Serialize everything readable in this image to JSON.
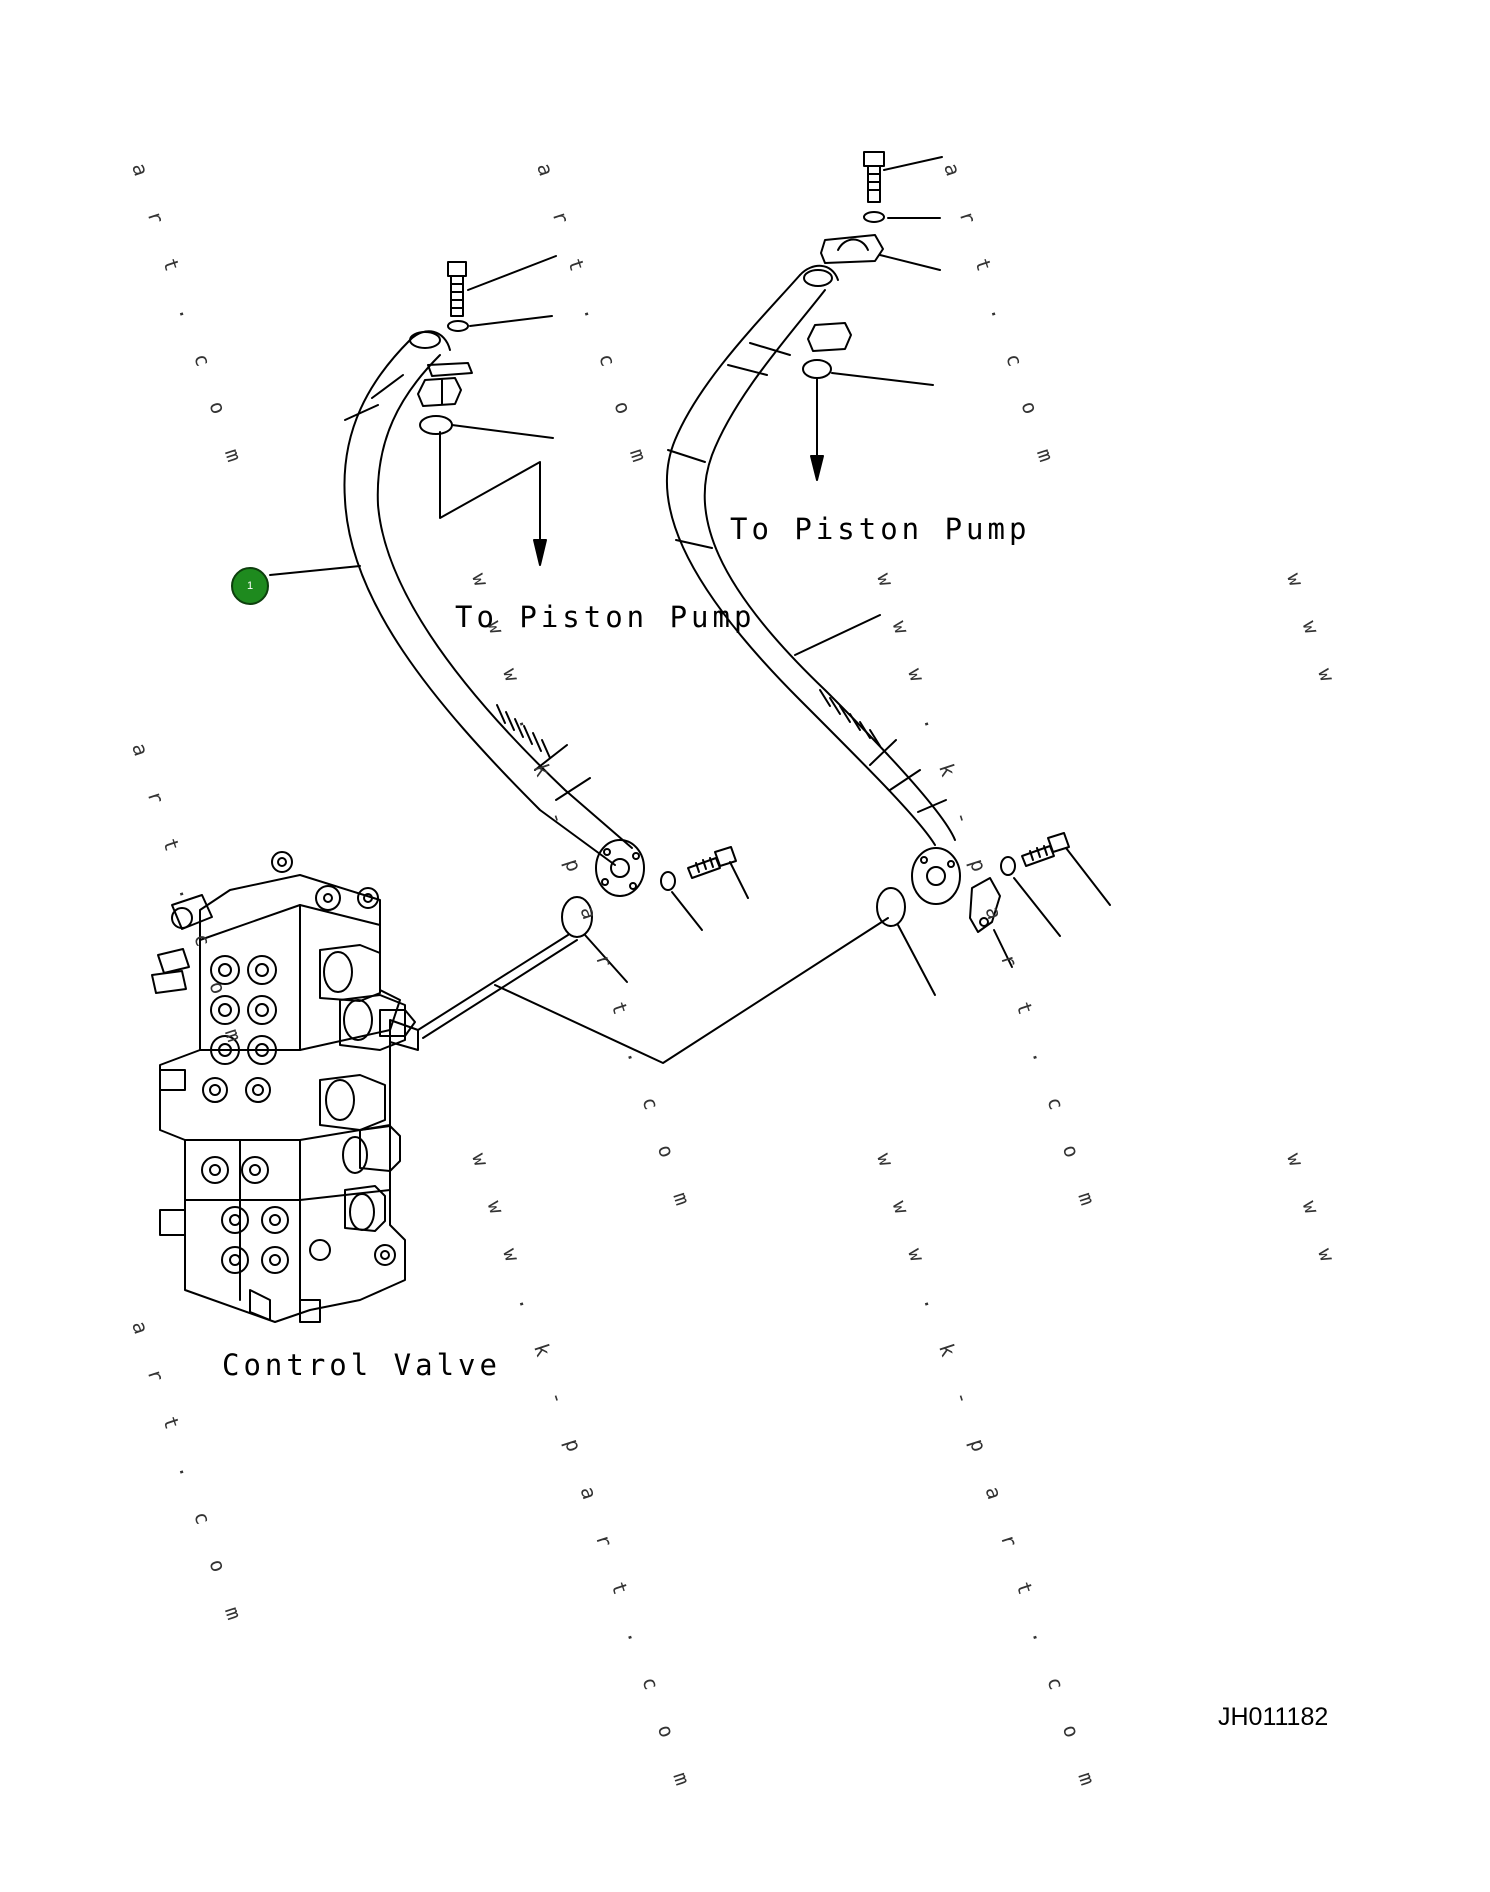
{
  "drawing": {
    "destination_label_1": "To Piston Pump",
    "destination_label_2": "To Piston Pump",
    "component_label": "Control Valve",
    "drawing_code": "JH011182"
  },
  "callouts": [
    {
      "number": "1",
      "color": "#1e8a1e"
    }
  ],
  "watermarks": {
    "art": "a r t . c o m",
    "kpart": "w w w . k - p a r t . c o m",
    "www": "w w w"
  }
}
